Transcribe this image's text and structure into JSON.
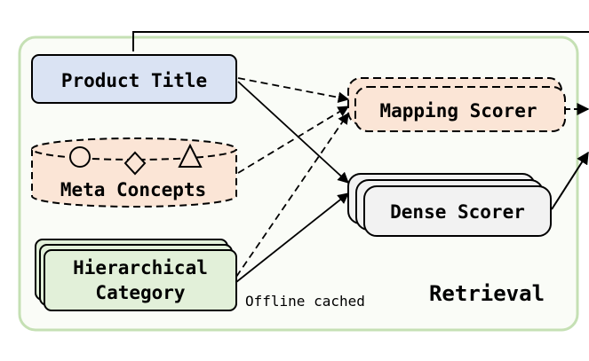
{
  "labels": {
    "product_title": "Product Title",
    "meta_concepts": "Meta Concepts",
    "hierarchical_line1": "Hierarchical",
    "hierarchical_line2": "Category",
    "mapping_scorer": "Mapping Scorer",
    "dense_scorer": "Dense Scorer",
    "offline_cached": "Offline cached",
    "retrieval": "Retrieval"
  },
  "colors": {
    "retrieval_border": "#c5e0b4",
    "retrieval_fill": "#fafcf7",
    "product_fill": "#dae3f3",
    "meta_fill": "#fbe5d6",
    "hier_fill": "#e2f0d9",
    "mapping_fill": "#fbe5d6",
    "dense_fill": "#f2f2f2",
    "stroke": "#000000"
  },
  "icons": [
    "circle-icon",
    "diamond-icon",
    "triangle-icon"
  ]
}
